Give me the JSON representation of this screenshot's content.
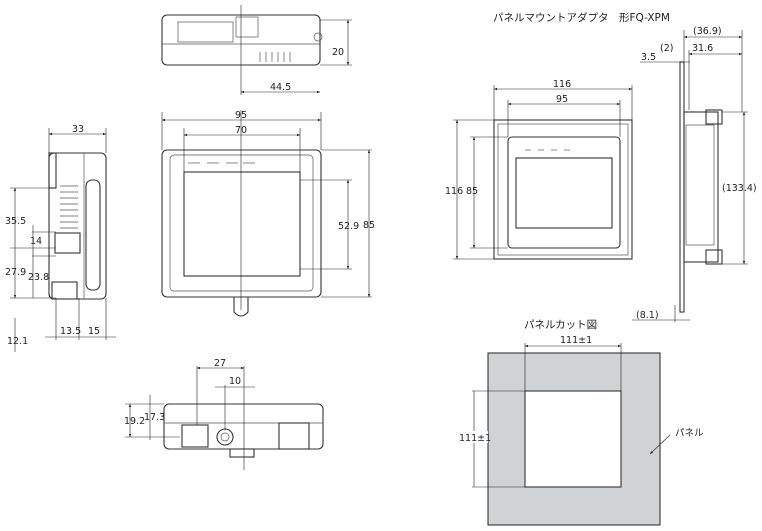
{
  "title": "パネルマウントアダプタ　形FQ-XPM",
  "top_view": {
    "depth": "20",
    "offset": "44.5"
  },
  "side_view": {
    "width": "33",
    "d1": "35.5",
    "d2": "14",
    "d3": "27.9",
    "d4": "23.8",
    "d5": "13.5",
    "d6": "15",
    "d7": "12.1"
  },
  "front_view": {
    "outer_width": "95",
    "screen_width": "70",
    "screen_height": "52.9",
    "outer_height": "85"
  },
  "bottom_view": {
    "d1": "27",
    "d2": "10",
    "d3": "19.2",
    "d4": "17.3"
  },
  "adapter_front": {
    "outer_width": "116",
    "inner_width": "95",
    "outer_height": "116",
    "inner_height": "85"
  },
  "adapter_side": {
    "total_depth": "(36.9)",
    "gap": "(2)",
    "depth": "31.6",
    "thickness": "3.5",
    "height": "(133.4)",
    "bottom": "(8.1)"
  },
  "panel_cut": {
    "title": "パネルカット図",
    "width": "111±1",
    "height": "111±1",
    "panel_label": "パネル"
  }
}
